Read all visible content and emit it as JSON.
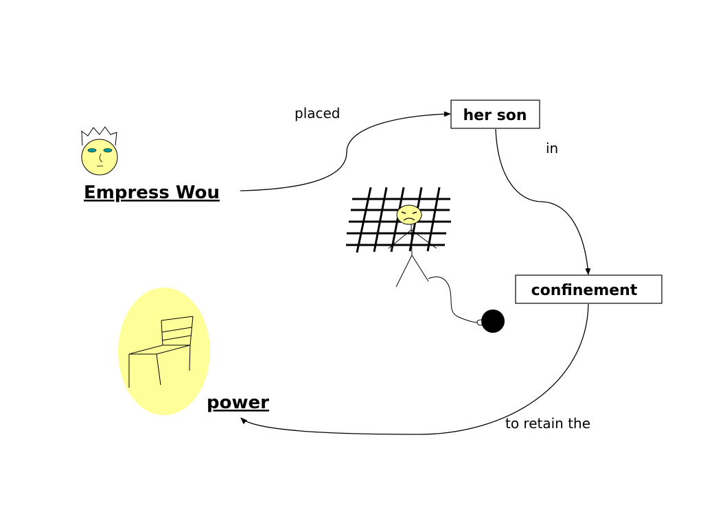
{
  "nodes": {
    "empress": "Empress Wou",
    "son": "her son",
    "confinement": "confinement",
    "power": "power"
  },
  "edges": {
    "placed": "placed",
    "in": "in",
    "retain": "to retain the"
  },
  "colors": {
    "face_fill": "#ffff99",
    "face_stroke": "#000000",
    "eye": "#009999",
    "chair_halo": "#ffff99",
    "line": "#000000",
    "background": "#ffffff"
  }
}
